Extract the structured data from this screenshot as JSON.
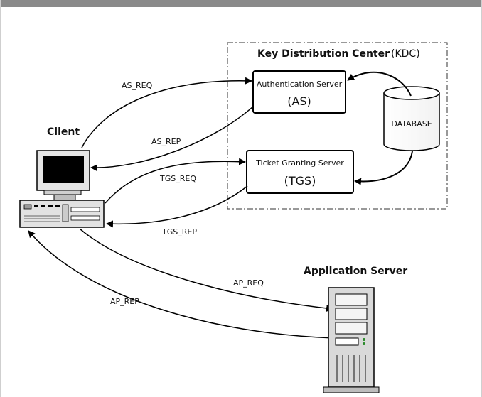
{
  "kdc": {
    "title": "Key Distribution Center",
    "abbr": "(KDC)"
  },
  "as_server": {
    "name": "Authentication Server",
    "abbr": "(AS)"
  },
  "tgs_server": {
    "name": "Ticket Granting Server",
    "abbr": "(TGS)"
  },
  "database": {
    "label": "DATABASE"
  },
  "client": {
    "label": "Client"
  },
  "app_server": {
    "label": "Application Server"
  },
  "messages": {
    "as_req": "AS_REQ",
    "as_rep": "AS_REP",
    "tgs_req": "TGS_REQ",
    "tgs_rep": "TGS_REP",
    "ap_req": "AP_REQ",
    "ap_rep": "AP_REP"
  }
}
